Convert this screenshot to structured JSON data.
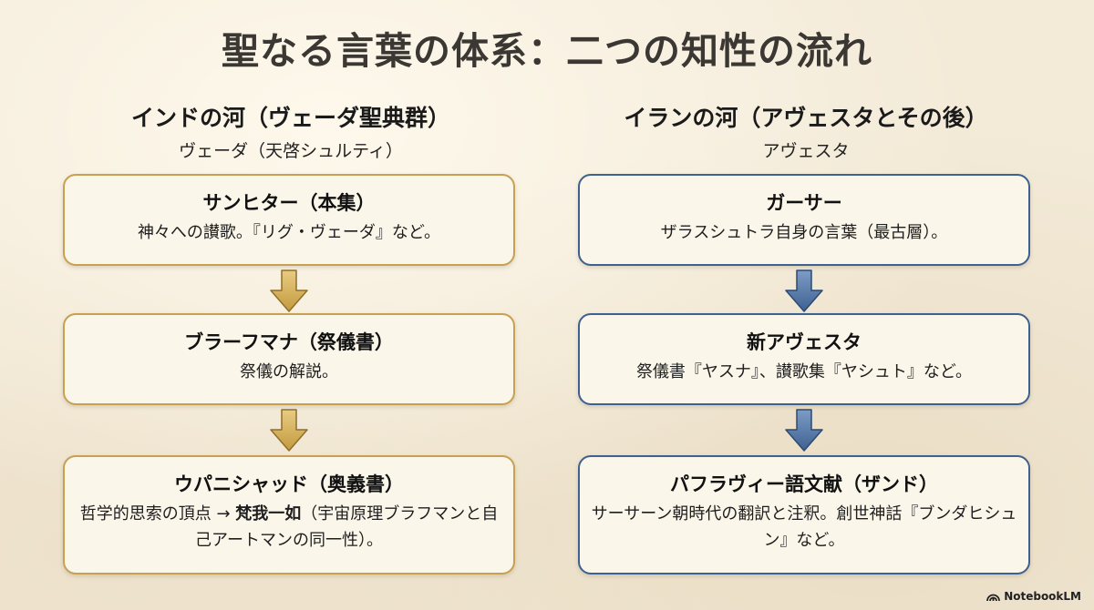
{
  "title": "聖なる言葉の体系：二つの知性の流れ",
  "left": {
    "heading": "インドの河（ヴェーダ聖典群）",
    "subheading": "ヴェーダ（天啓シュルティ）",
    "color": "#c7a051",
    "boxes": [
      {
        "title": "サンヒター（本集）",
        "text": "神々への讃歌。『リグ・ヴェーダ』など。"
      },
      {
        "title": "ブラーフマナ（祭儀書）",
        "text": "祭儀の解説。"
      },
      {
        "title": "ウパニシャッド（奥義書）",
        "text_before": "哲学的思索の頂点 → ",
        "text_bold": "梵我一如",
        "text_after": "（宇宙原理ブラフマンと自己アートマンの同一性）。"
      }
    ]
  },
  "right": {
    "heading": "イランの河（アヴェスタとその後）",
    "subheading": "アヴェスタ",
    "color": "#3e6190",
    "boxes": [
      {
        "title": "ガーサー",
        "text": "ザラスシュトラ自身の言葉（最古層）。"
      },
      {
        "title": "新アヴェスタ",
        "text": "祭儀書『ヤスナ』、讃歌集『ヤシュト』など。"
      },
      {
        "title": "パフラヴィー語文献（ザンド）",
        "text": "サーサーン朝時代の翻訳と注釈。創世神話『ブンダヒシュン』など。"
      }
    ]
  },
  "footer": {
    "brand": "NotebookLM",
    "icon": "notebooklm-logo-icon"
  }
}
